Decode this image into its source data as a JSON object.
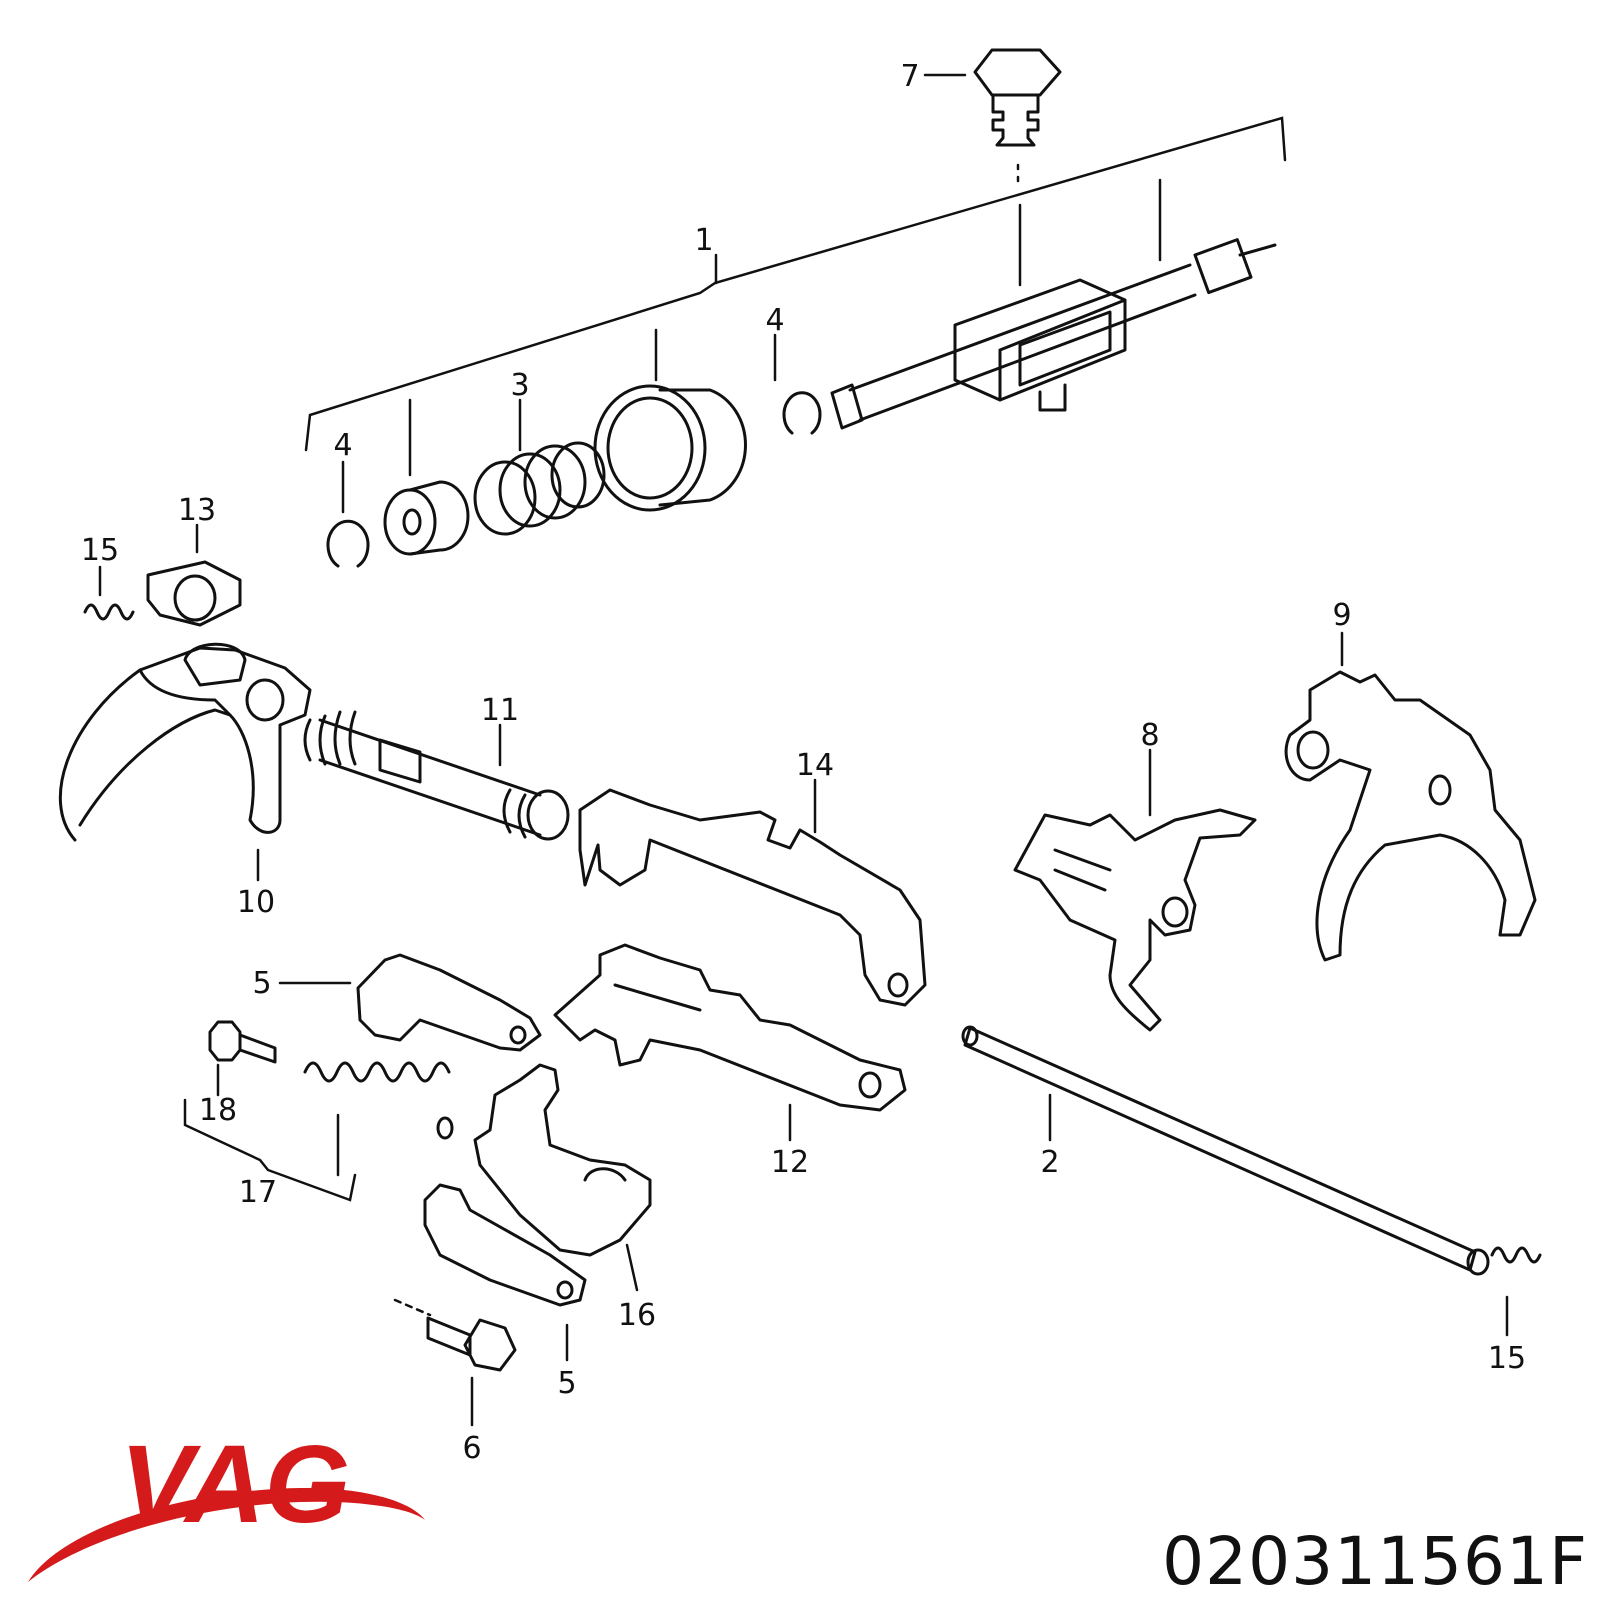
{
  "diagram": {
    "labels": [
      {
        "id": "1",
        "text": "1"
      },
      {
        "id": "2",
        "text": "2"
      },
      {
        "id": "3",
        "text": "3"
      },
      {
        "id": "4a",
        "text": "4"
      },
      {
        "id": "4b",
        "text": "4"
      },
      {
        "id": "5a",
        "text": "5"
      },
      {
        "id": "5b",
        "text": "5"
      },
      {
        "id": "6",
        "text": "6"
      },
      {
        "id": "7",
        "text": "7"
      },
      {
        "id": "8",
        "text": "8"
      },
      {
        "id": "9",
        "text": "9"
      },
      {
        "id": "10",
        "text": "10"
      },
      {
        "id": "11",
        "text": "11"
      },
      {
        "id": "12",
        "text": "12"
      },
      {
        "id": "13",
        "text": "13"
      },
      {
        "id": "14",
        "text": "14"
      },
      {
        "id": "15a",
        "text": "15"
      },
      {
        "id": "15b",
        "text": "15"
      },
      {
        "id": "16",
        "text": "16"
      },
      {
        "id": "17",
        "text": "17"
      },
      {
        "id": "18",
        "text": "18"
      }
    ]
  },
  "brand": {
    "name": "VAG",
    "color": "#d41a1a"
  },
  "part_number": "020311561F"
}
